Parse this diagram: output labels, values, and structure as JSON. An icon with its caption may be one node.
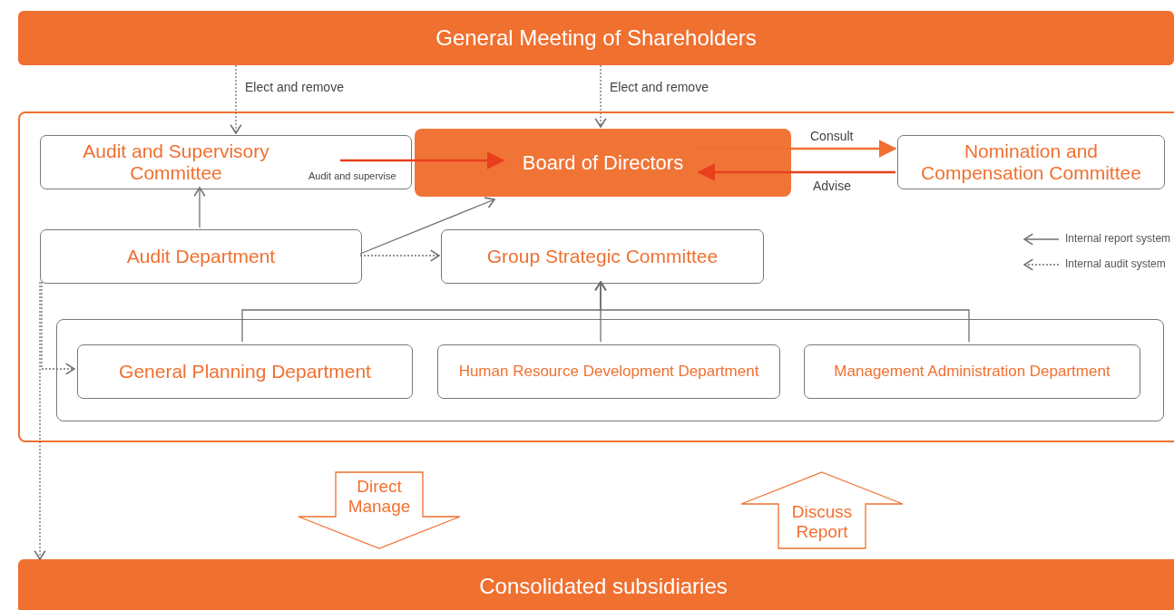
{
  "diagram": {
    "nodes": [
      {
        "text": [
          "General Meeting of Shareholders"
        ]
      },
      {
        "text": [],
        "shape": "box"
      },
      {
        "text": [
          "Audit and Supervisory Committee"
        ],
        "in": 1
      },
      {
        "text": [
          "Board of Directors"
        ],
        "in": 1
      },
      {
        "text": [
          "Nomination and Compensation Committee"
        ],
        "in": 1
      },
      {
        "text": [
          "Audit Department"
        ],
        "in": 1
      },
      {
        "text": [
          "Group Strategic Committee"
        ],
        "in": 1
      },
      {
        "text": [],
        "shape": "box",
        "in": 1
      },
      {
        "text": [
          "General Planning Department"
        ],
        "in": 7
      },
      {
        "text": [
          "Human Resource Development Department"
        ],
        "in": 7
      },
      {
        "text": [
          "Management Administration Department"
        ],
        "in": 7
      },
      {
        "text": [
          "Direct Manage"
        ]
      },
      {
        "text": [
          "Discuss Report"
        ]
      },
      {
        "text": [
          "Consolidated subsidiaries"
        ]
      }
    ],
    "edges": [
      {
        "from": 0,
        "to": 2,
        "arrow": "to",
        "label": "Elect and remove",
        "style": "dashed"
      },
      {
        "from": 0,
        "to": 3,
        "arrow": "to",
        "label": "Elect and remove",
        "style": "dashed"
      },
      {
        "from": 2,
        "to": 3,
        "arrow": "to",
        "label": "Audit and supervise",
        "color": "#e8401c"
      },
      {
        "from": 3,
        "to": 4,
        "arrow": "to",
        "label": "Consult",
        "color": "#f07030"
      },
      {
        "from": 4,
        "to": 3,
        "arrow": "to",
        "label": "Advise",
        "color": "#e8401c"
      },
      {
        "from": 5,
        "to": 2,
        "arrow": "to"
      },
      {
        "from": 5,
        "to": 3,
        "arrow": "to"
      },
      {
        "from": 5,
        "to": 6,
        "arrow": "to",
        "style": "dashed"
      },
      {
        "from": 8,
        "to": 6,
        "arrow": "to"
      },
      {
        "from": 9,
        "to": 6,
        "arrow": "to"
      },
      {
        "from": 10,
        "to": 6,
        "arrow": "to"
      },
      {
        "from": 5,
        "to": 8,
        "arrow": "to",
        "style": "dashed"
      },
      {
        "from": 5,
        "to": 13,
        "arrow": "to",
        "style": "dashed"
      }
    ],
    "legend": [
      {
        "text": "Internal report system"
      },
      {
        "text": "Internal audit system"
      }
    ]
  }
}
